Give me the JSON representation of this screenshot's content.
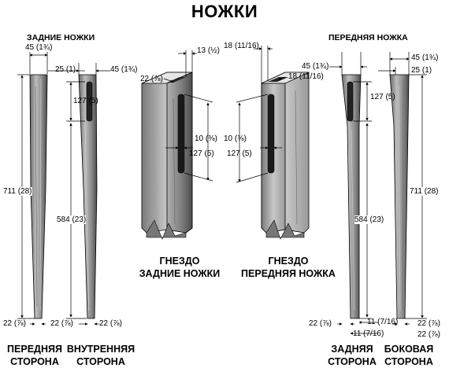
{
  "title": "НОЖКИ",
  "sections": {
    "back_legs": "ЗАДНИЕ НОЖКИ",
    "front_leg": "ПЕРЕДНЯЯ НОЖКА"
  },
  "captions": {
    "front_side_l1": "ПЕРЕДНЯЯ",
    "front_side_l2": "СТОРОНА",
    "inner_side_l1": "ВНУТРЕННЯЯ",
    "inner_side_l2": "СТОРОНА",
    "mortise_back_l1": "ГНЕЗДО",
    "mortise_back_l2": "ЗАДНИЕ НОЖКИ",
    "mortise_front_l1": "ГНЕЗДО",
    "mortise_front_l2": "ПЕРЕДНЯЯ НОЖКА",
    "back_side_l1": "ЗАДНЯЯ",
    "back_side_l2": "СТОРОНА",
    "lateral_side_l1": "БОКОВАЯ",
    "lateral_side_l2": "СТОРОНА"
  },
  "dims": {
    "bl_top_width": "45 (1¾)",
    "bl_tenon_width": "25 (1)",
    "bl_side_width": "45 (1¾)",
    "bl_mortise_len": "127 (5)",
    "bl_total_len": "711 (28)",
    "bl_taper_len": "584 (23)",
    "bl_front_foot": "22 (⅞)",
    "bl_inner_foot_a": "22 (⅞)",
    "bl_inner_foot_b": "22 (⅞)",
    "mb_depth": "13 (½)",
    "mb_offset": "22 (⅞)",
    "mb_width": "10 (⅜)",
    "mb_length": "127 (5)",
    "mf_offset": "18 (11/16)",
    "mf_offset_b": "18 (11/16)",
    "mf_width": "10 (⅜)",
    "mf_length": "127 (5)",
    "fl_top_width": "45 (1¾)",
    "fl_tenon_width": "25 (1)",
    "fl_side_width": "45 (1¾)",
    "fl_mortise_len": "127 (5)",
    "fl_taper_len": "584 (23)",
    "fl_total_len": "711 (28)",
    "fl_back_foot": "22 (⅞)",
    "fl_tenon_a": "11 (7/16)",
    "fl_tenon_b": "11 (7/16)",
    "fl_side_foot_a": "22 (⅞)",
    "fl_side_foot_b": "22 (⅞)"
  },
  "colors": {
    "ink": "#000000",
    "wood_light": "#d8d8d8",
    "wood_mid": "#a8a8a8",
    "wood_dark": "#5a5a5a",
    "paper": "#ffffff"
  }
}
